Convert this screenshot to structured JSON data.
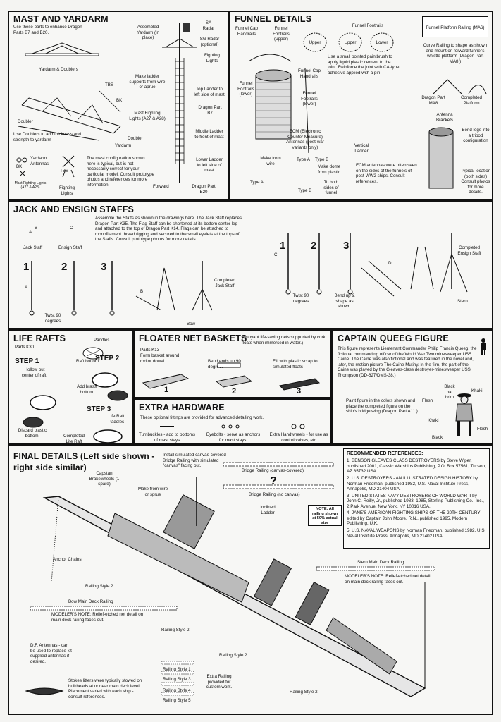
{
  "mast": {
    "title": "MAST AND YARDARM",
    "intro": "Use these parts to enhance Dragon Parts B7 and B20.",
    "yardarm_doublers": "Yardarm & Doublers",
    "sa_radar": "SA Radar",
    "assembled_yardarm": "Assembled Yardarm (in place)",
    "sg_radar": "SG Radar (optional)",
    "fighting_lights": "Fighting Lights",
    "make_ladder": "Make ladder supports from wire or aprue",
    "top_ladder": "Top Ladder to left side of mast",
    "tbs": "TBS",
    "bk": "BK",
    "mast_fighting_lights": "Mast Fighting Lights (A27 & A28)",
    "dragon_b7": "Dragon Part B7",
    "middle_ladder": "Middle Ladder to front of mast",
    "doubler1": "Doubler",
    "doubler2": "Doubler",
    "yardarm": "Yardarm",
    "use_doublers": "Use Doublers to add thickness and strength to yardarm",
    "lower_ladder": "Lower Ladder to left side of mast",
    "yardarm_antennas": "Yardarm Antennas",
    "bk2": "BK",
    "tbs2": "TBS",
    "mast_fl_small": "Mast Fighting Lights (A27 & A28)",
    "fl_small": "Fighting Lights",
    "config_note": "The mast configuration shown here is typical, but is not necessarily correct for your particular model. Consult prototype photos and references for more information.",
    "forward": "Forward",
    "dragon_b20": "Dragon Part B20"
  },
  "funnel": {
    "title": "FUNNEL DETAILS",
    "cap_handrails": "Funnel Cap Handrails",
    "footrails_upper": "Funnel Footrails (upper)",
    "footrails_hdr": "Funnel Footrails",
    "upper1": "Upper",
    "upper2": "Upper",
    "lower": "Lower",
    "footrails_lower": "Funnel Footrails (lower)",
    "cap_handrails2": "Funnel Cap Handrails",
    "pin_note": "Use a small pointed paintbrush to apply liquid plastic cement to the joint. Reinforce the joint with CA-type adhesive applied with a pin",
    "footrails_lower2": "Funnel Footrails (lower)",
    "ecm": "ECM (Electronic Counter Measure) Antennas (post-war variants only)",
    "vertical_ladder": "Vertical Ladder",
    "make_wire": "Make from wire",
    "type_a": "Type A",
    "type_b": "Type B",
    "type_a2": "Type A",
    "type_b2": "Type B",
    "dome_note": "Make dome from plastic",
    "to_both": "To both sides of funnel",
    "ecm_note": "ECM antennas were often seen on the sides of the funnels of post-WW2 ships. Consult references.",
    "platform_title": "Funnel Platform Railing (MA6)",
    "curve_note": "Curve Railing to shape as shown and mount on forward funnel's whistle platform (Dragon Part MA8.)",
    "dragon_ma8": "Dragon Part MA8",
    "completed_platform": "Completed Platform",
    "antenna_brackets": "Antenna Brackets",
    "bend_legs": "Bend legs into a tripod configuration",
    "typical_location": "Typical location (both sides) Consult photos for more details."
  },
  "staffs": {
    "title": "JACK AND ENSIGN STAFFS",
    "intro": "Assemble the Staffs as shown in the drawings here. The Jack Staff replaces Dragon Part K35. The Flag Staff can be shortened at its bottom center leg and attached to the top of Dragon Part K14. Flags can be attached to monofilament thread rigging and secured to the small eyelets at the tops of the Staffs. Consult prototype photos for more details.",
    "jack_staff": "Jack Staff",
    "ensign_staff": "Ensign Staff",
    "lbl_a": "A",
    "lbl_b": "B",
    "lbl_c": "C",
    "lbl_a2": "A",
    "lbl_b2": "B",
    "lbl_c2": "C",
    "lbl_d": "D",
    "n1": "1",
    "n2": "2",
    "n3": "3",
    "n1b": "1",
    "n2b": "2",
    "n3b": "3",
    "twist": "Twist 90 degrees",
    "twist2": "Twist 90 degrees",
    "completed_jack": "Completed Jack Staff",
    "bow": "Bow",
    "bend_up": "Bend up & shape as shown.",
    "completed_ensign": "Completed Ensign Staff",
    "stern": "Stern"
  },
  "rafts": {
    "title": "LIFE RAFTS",
    "part": "Parts K30",
    "paddles": "Paddles",
    "step1": "STEP 1",
    "hollow": "Hollow out center of raft.",
    "raft_bottom": "Raft bottom",
    "step2": "STEP 2",
    "add_brass": "Add brass bottom",
    "step3": "STEP 3",
    "life_raft_paddles": "Life Raft Paddles",
    "discard": "Discard plastic bottom.",
    "completed": "Completed Life Raft"
  },
  "floater": {
    "title": "FLOATER NET BASKETS",
    "subtitle": "(Buoyant life-saving nets supported by cork floats when immersed in water.)",
    "part": "Parts K13",
    "form": "Form basket around rod or dowel",
    "bend_ends": "Bend ends up 90 degrees",
    "fill": "Fill with plastic scrap to simulated floats",
    "n1": "1",
    "n2": "2",
    "n3": "3"
  },
  "queeg": {
    "title": "CAPTAIN QUEEG FIGURE",
    "text": "This figure represents Lieutenant Commander Philip Francis Queeg, the fictional commanding officer of the World War Two minesweeper USS Caine. The Caine was also fictional and was featured in the novel and, later, the motion picture The Caine Mutiny. In the film, the part of the Caine was played by the Gleaves-class destroyer-minesweeper USS Thompson (DD-627/DMS-38.)",
    "paint_note": "Paint figure in the colors shown and place the completed figure on the ship's bridge wing (Dragon Part A11.)",
    "black_hat": "Black hat brim",
    "khaki1": "Khaki",
    "flesh1": "Flesh",
    "khaki2": "Khaki",
    "flesh2": "Flesh",
    "black": "Black"
  },
  "hardware": {
    "title": "EXTRA HARDWARE",
    "intro": "These optional fittings are provided for advanced detailing work.",
    "turnbuckles": "Turnbuckles - add to bottoms of mast stays",
    "eyebolts": "Eyebolts - serve as anchors for mast stays.",
    "handwheels": "Extra Handwheels - for use as control valves, etc"
  },
  "final": {
    "title1": "FINAL DETAILS (Left side shown -",
    "title2": "right side similar)",
    "canvas_note": "Install simulated canvas-covered Bridge Railing with simulated \"canvas\" facing out.",
    "capstan": "Capstan Brakewheels (1 spare)",
    "make_from_wire": "Make from wire or sprue",
    "bridge_canvas": "Bridge Railing (canvas-covered)",
    "question": "?",
    "bridge_no_canvas": "Bridge Railing (no canvas)",
    "note_50": "NOTE: All railing shown at 50% actual size",
    "inclined": "Inclined Ladder",
    "anchor_chains": "Anchor Chains",
    "railing2a": "Railing Style 2",
    "stern_rail": "Stern Main Deck Railing",
    "modelers_note1": "MODELER'S NOTE: Relief-etched net detail on main deck railing faces out.",
    "bow_rail": "Bow Main Deck Railing",
    "modelers_note2": "MODELER'S NOTE: Relief-etched net detail on main deck railing faces out.",
    "railing2b": "Railing Style 2",
    "df": "D.F. Antennas - can be used to replace kit-supplied antennas if desired.",
    "railing2c": "Railing Style 2",
    "railing1": "Railing Style 1",
    "railing3": "Railing Style 3",
    "railing4": "Railing Style 4",
    "railing5": "Railing Style 5",
    "extra_railing": "Extra Railing provided for custom work.",
    "stokes": "Stokes litters were typically stowed on bulkheads at or near main deck level. Placement varied with each ship - consult references.",
    "railing2d": "Railing Style 2"
  },
  "refs": {
    "title": "RECOMMENDED REFERENCES:",
    "items": [
      "1. BENSON GLEAVES CLASS DESTROYERS by Steve Wiper, published 2001, Classic Warships Publishing, P.O. Box 57561, Tucson, AZ 85732 USA.",
      "2. U.S. DESTROYERS - AN ILLUSTRATED DESIGN HISTORY by Norman Friedman, published 1982, U.S. Naval Institute Press, Annapolis, MD 21404 USA.",
      "3. UNITED STATES NAVY DESTROYERS OF WORLD WAR II by John C. Reilly, Jr., published 1983, 1985, Sterling Publishing Co., Inc., 2 Park Avenue, New York, NY 10016 USA.",
      "4. JANE'S AMERICAN FIGHTING SHIPS OF THE 20TH CENTURY edited by Captain John Moore, R.N., published 1995, Modern Publishing, U.K.",
      "5. U.S. NAVAL WEAPONS by Norman Friedman, published 1982, U.S. Naval Institute Press, Annapolis, MD 21402 USA."
    ]
  }
}
